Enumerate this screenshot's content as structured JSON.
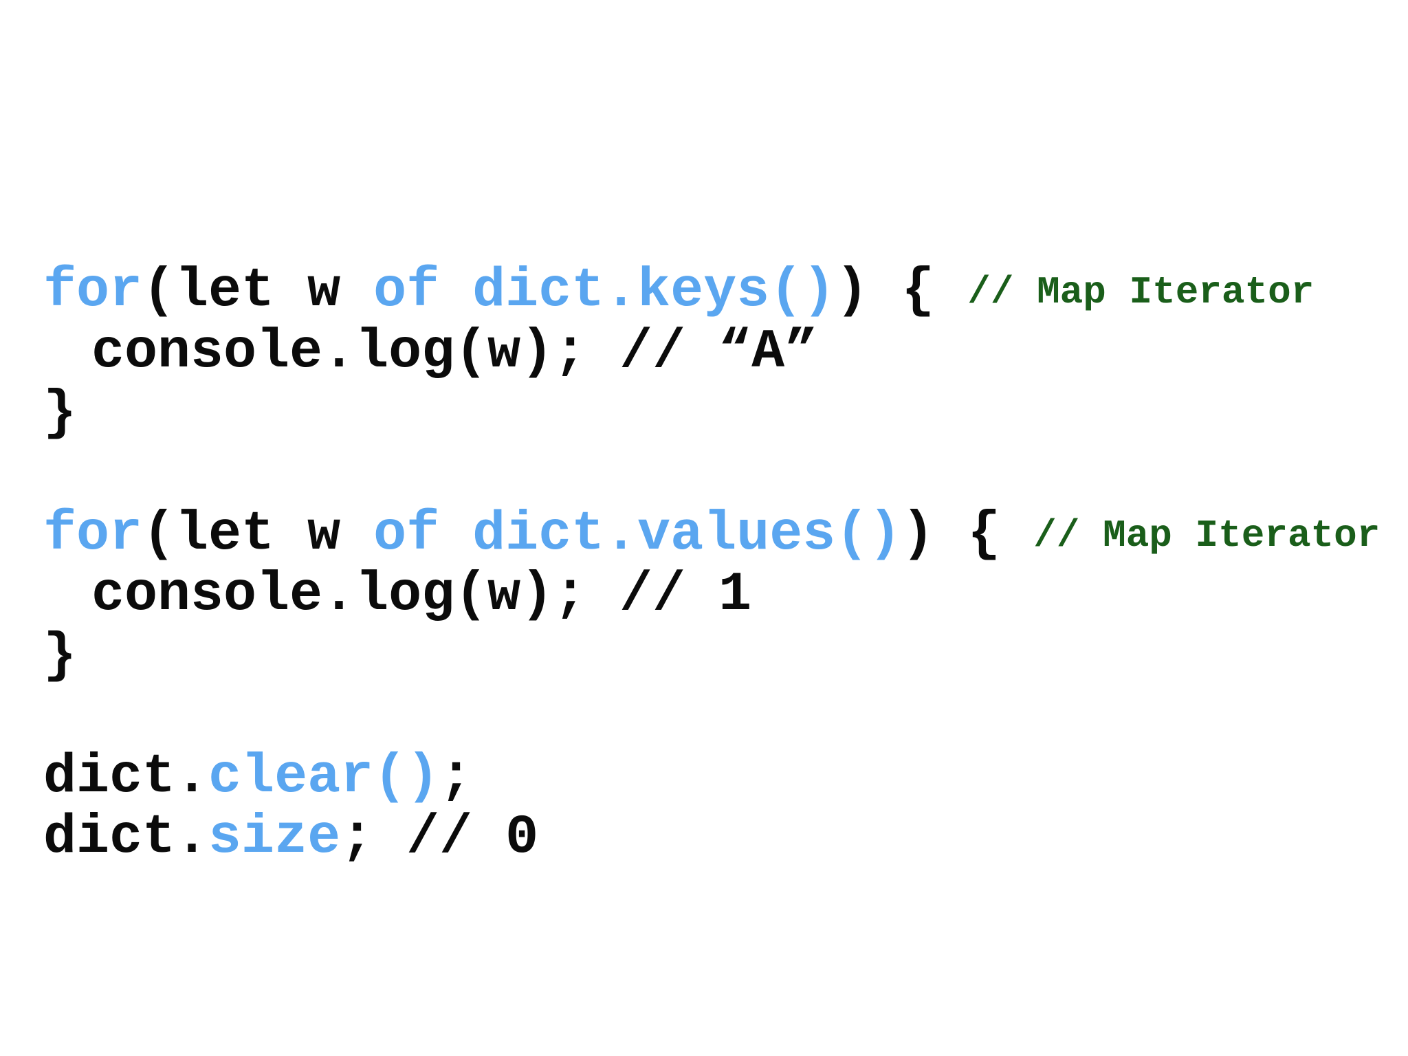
{
  "code": {
    "block1": {
      "kw_for": "for",
      "open": "(let w ",
      "kw_of": "of",
      "sp": " ",
      "obj": "dict.",
      "method": "keys()",
      "close": ") { ",
      "comment_slash": "// ",
      "comment": "Map Iterator",
      "body": "console.log(w); // “A”",
      "end": "}"
    },
    "block2": {
      "kw_for": "for",
      "open": "(let w ",
      "kw_of": "of",
      "sp": " ",
      "obj": "dict.",
      "method": "values()",
      "close": ") { ",
      "comment_slash": "// ",
      "comment": "Map Iterator",
      "body": "console.log(w); // 1",
      "end": "}"
    },
    "line_clear": {
      "obj": "dict.",
      "method": "clear()",
      "tail": ";"
    },
    "line_size": {
      "obj": "dict.",
      "method": "size",
      "tail": "; // 0"
    }
  },
  "colors": {
    "keyword": "#5aa6f0",
    "text": "#0b0b0b",
    "comment": "#1a5e1a",
    "background": "#ffffff"
  }
}
